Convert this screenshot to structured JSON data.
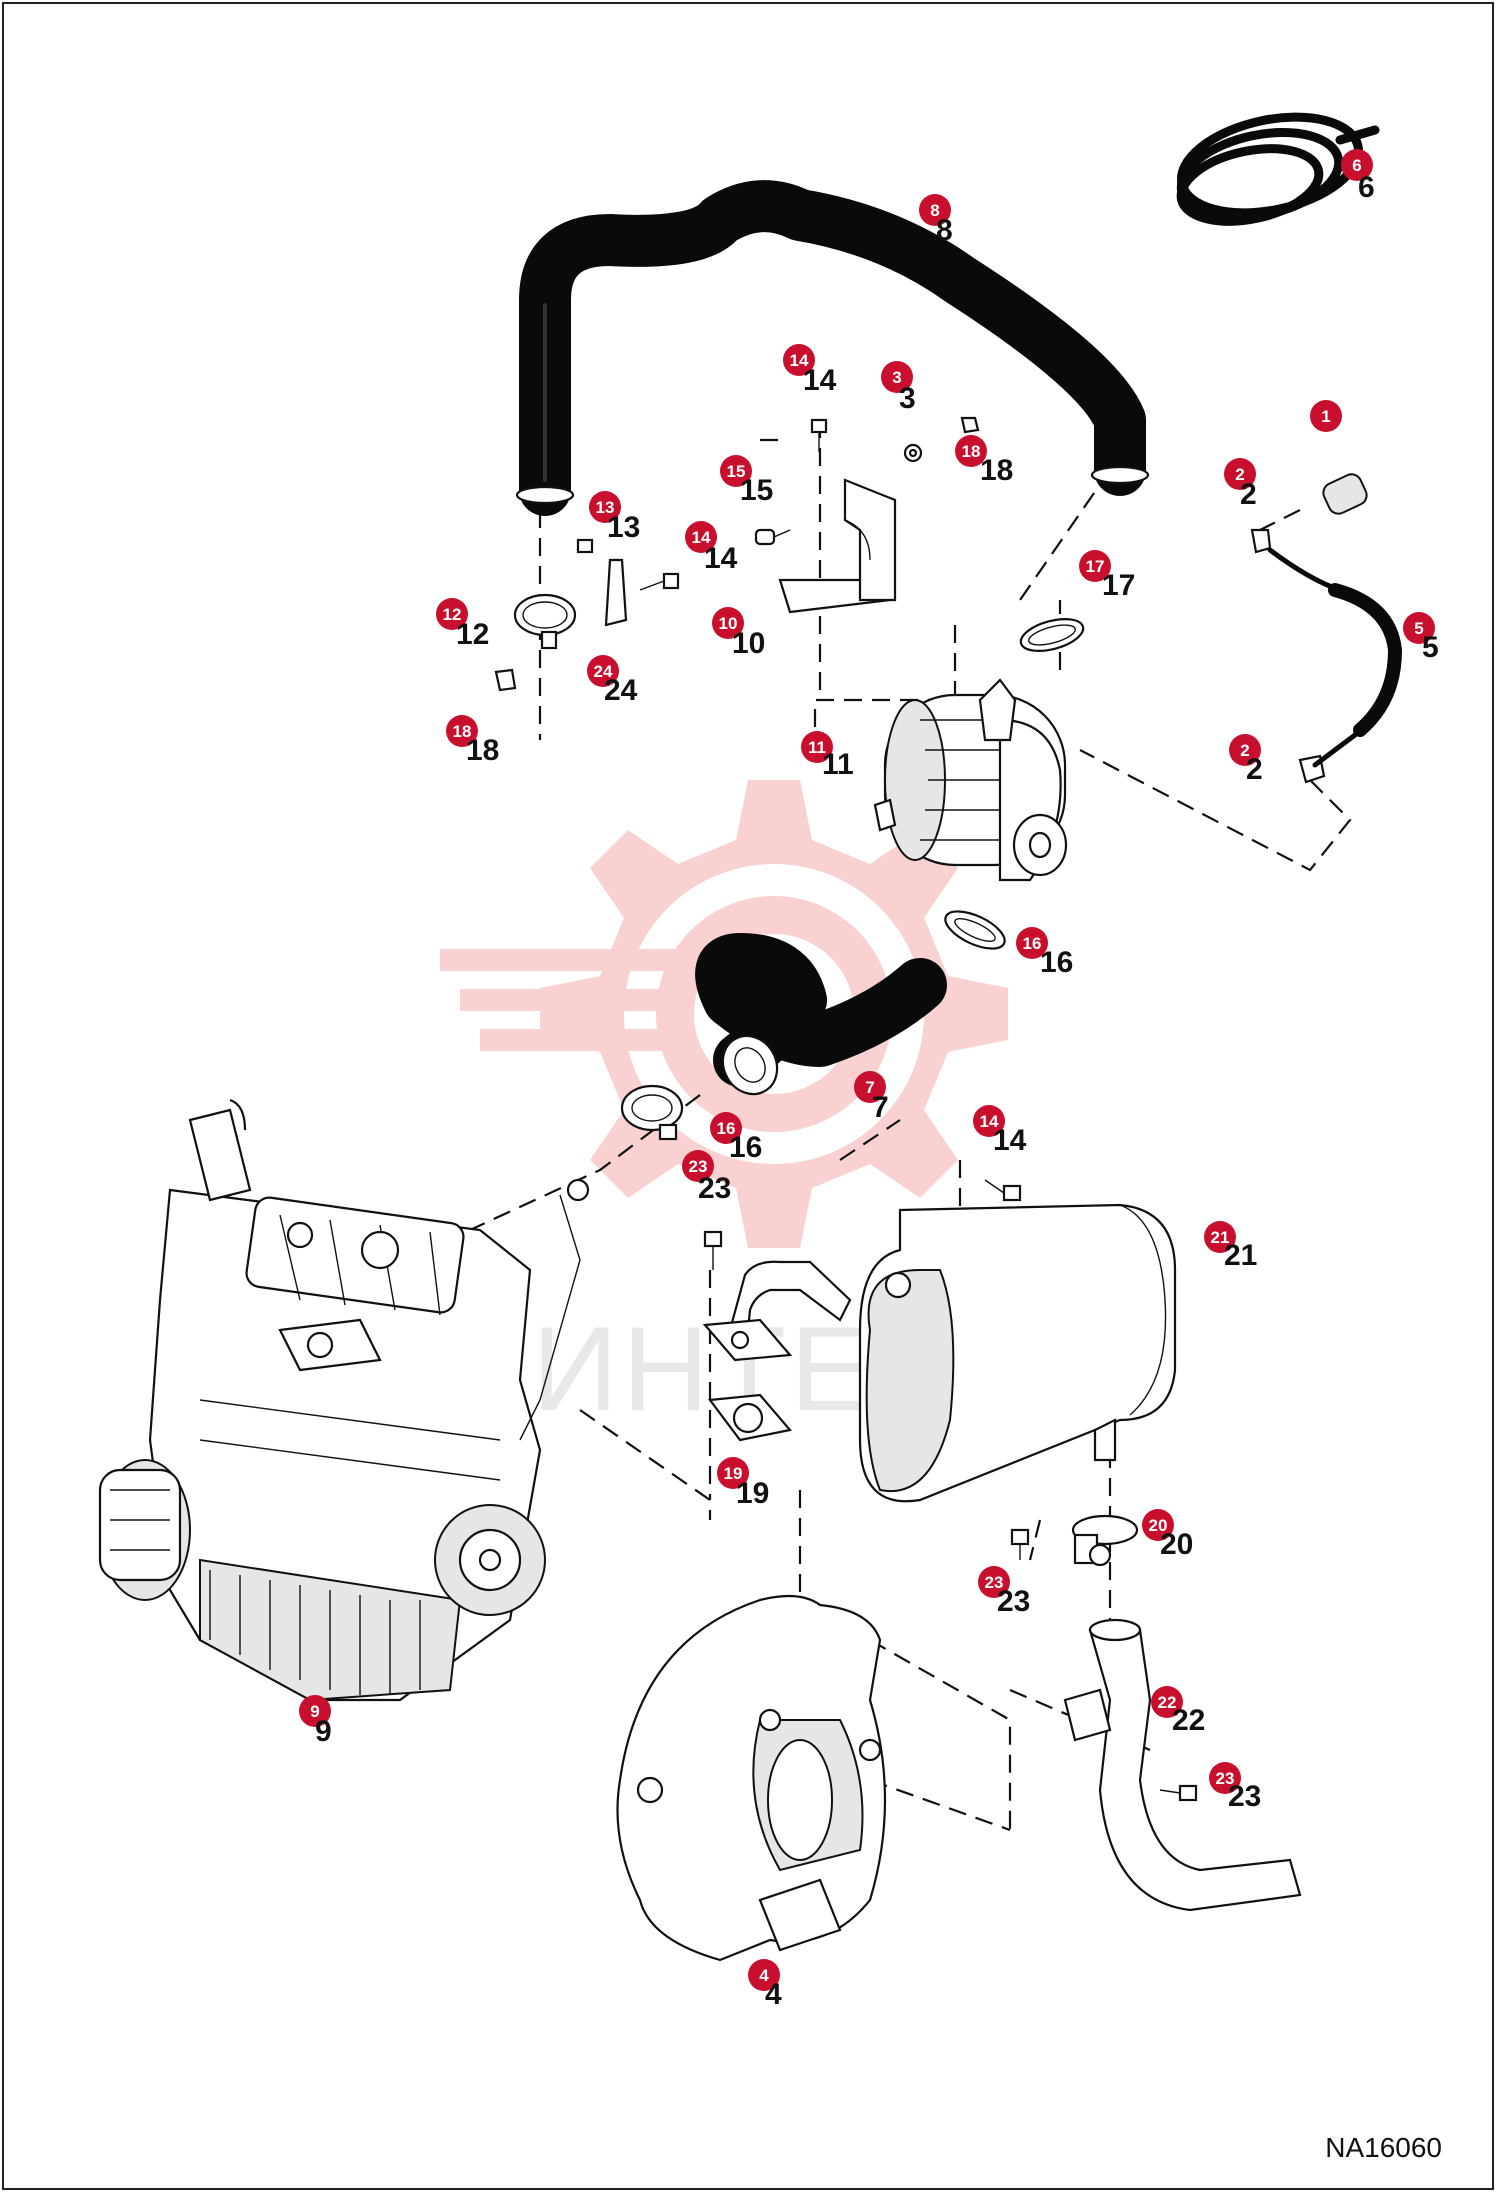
{
  "watermark": {
    "text": "ИНТЕХ"
  },
  "document_id": "NA16060",
  "callouts": [
    {
      "id": "c6",
      "text": "6"
    },
    {
      "id": "c8",
      "text": "8"
    },
    {
      "id": "c14a",
      "text": "14"
    },
    {
      "id": "c3",
      "text": "3"
    },
    {
      "id": "c1",
      "text": "1"
    },
    {
      "id": "c18a",
      "text": "18"
    },
    {
      "id": "c15",
      "text": "15"
    },
    {
      "id": "c2a",
      "text": "2"
    },
    {
      "id": "c13",
      "text": "13"
    },
    {
      "id": "c14b",
      "text": "14"
    },
    {
      "id": "c17",
      "text": "17"
    },
    {
      "id": "c12",
      "text": "12"
    },
    {
      "id": "c10",
      "text": "10"
    },
    {
      "id": "c5",
      "text": "5"
    },
    {
      "id": "c24",
      "text": "24"
    },
    {
      "id": "c18b",
      "text": "18"
    },
    {
      "id": "c11",
      "text": "11"
    },
    {
      "id": "c2b",
      "text": "2"
    },
    {
      "id": "c16a",
      "text": "16"
    },
    {
      "id": "c7",
      "text": "7"
    },
    {
      "id": "c14c",
      "text": "14"
    },
    {
      "id": "c16b",
      "text": "16"
    },
    {
      "id": "c23a",
      "text": "23"
    },
    {
      "id": "c21",
      "text": "21"
    },
    {
      "id": "c19",
      "text": "19"
    },
    {
      "id": "c20",
      "text": "20"
    },
    {
      "id": "c23b",
      "text": "23"
    },
    {
      "id": "c9",
      "text": "9"
    },
    {
      "id": "c22",
      "text": "22"
    },
    {
      "id": "c23c",
      "text": "23"
    },
    {
      "id": "c4",
      "text": "4"
    }
  ],
  "part_numbers": [
    {
      "id": "n6",
      "text": "6"
    },
    {
      "id": "n8",
      "text": "8"
    },
    {
      "id": "n14a",
      "text": "14"
    },
    {
      "id": "n3",
      "text": "3"
    },
    {
      "id": "n18a",
      "text": "18"
    },
    {
      "id": "n15",
      "text": "15"
    },
    {
      "id": "n2a",
      "text": "2"
    },
    {
      "id": "n13",
      "text": "13"
    },
    {
      "id": "n14b",
      "text": "14"
    },
    {
      "id": "n17",
      "text": "17"
    },
    {
      "id": "n12",
      "text": "12"
    },
    {
      "id": "n10",
      "text": "10"
    },
    {
      "id": "n5",
      "text": "5"
    },
    {
      "id": "n24",
      "text": "24"
    },
    {
      "id": "n18b",
      "text": "18"
    },
    {
      "id": "n11",
      "text": "11"
    },
    {
      "id": "n2b",
      "text": "2"
    },
    {
      "id": "n16a",
      "text": "16"
    },
    {
      "id": "n7",
      "text": "7"
    },
    {
      "id": "n14c",
      "text": "14"
    },
    {
      "id": "n16b",
      "text": "16"
    },
    {
      "id": "n23a",
      "text": "23"
    },
    {
      "id": "n21",
      "text": "21"
    },
    {
      "id": "n19",
      "text": "19"
    },
    {
      "id": "n20",
      "text": "20"
    },
    {
      "id": "n23b",
      "text": "23"
    },
    {
      "id": "n9",
      "text": "9"
    },
    {
      "id": "n22",
      "text": "22"
    },
    {
      "id": "n23c",
      "text": "23"
    },
    {
      "id": "n4",
      "text": "4"
    }
  ],
  "colors": {
    "callout": "#c8102e",
    "watermark": "#f5b5b5",
    "line": "#111111"
  }
}
